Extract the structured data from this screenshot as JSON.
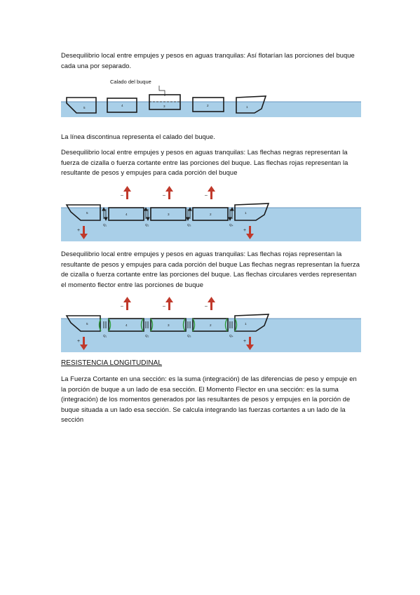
{
  "paragraphs": {
    "p1": "Desequilibrio local entre empujes y pesos en aguas tranquilas: Así flotarían las porciones del buque cada una por separado.",
    "p2": "La línea discontinua representa el calado del buque.",
    "p3": "Desequilibrio local entre empujes y pesos en aguas tranquilas: Las flechas negras representan la fuerza de cizalla o fuerza cortante entre las porciones del buque. Las flechas rojas representan la resultante de pesos y empujes para cada porción del buque",
    "p4": "Desequilibrio local entre empujes y pesos en aguas tranquilas: Las flechas rojas representan la resultante de pesos y empujes para cada porción del buque Las flechas negras representan la fuerza de cizalla o fuerza cortante entre las porciones del buque. Las flechas circulares verdes representan el momento flector entre las porciones de buque",
    "heading": "RESISTENCIA LONGITUDINAL",
    "p5": "La Fuerza Cortante en una sección: es la suma (integración) de las diferencias de peso y empuje en la porción de buque a un lado de esa sección. El Momento Flector en una sección: es la suma (integración) de los momentos generados por las resultantes de pesos y empujes en la porción de buque situada a un lado esa sección. Se calcula integrando las fuerzas cortantes a un lado de la sección"
  },
  "figures": {
    "fig1": {
      "caption": "Calado del buque",
      "segments": [
        "5",
        "4",
        "3",
        "2",
        "1"
      ]
    },
    "fig2": {
      "segments": [
        "5",
        "4",
        "3",
        "2",
        "1"
      ],
      "sections": [
        "Q₁",
        "Q₂",
        "Q₃",
        "Q₄"
      ],
      "minus_label": "–",
      "plus_label": "+"
    },
    "fig3": {
      "segments": [
        "5",
        "4",
        "3",
        "2",
        "1"
      ],
      "sections": [
        "Q₁",
        "Q₂",
        "Q₃",
        "Q₄"
      ],
      "minus_label": "–",
      "plus_label": "+"
    }
  },
  "colors": {
    "water": "#a9cfe8",
    "water_line": "#4a7fb0",
    "red_arrow": "#c0392b",
    "green_moment": "#2e9a3a",
    "hull": "#1a1a1a"
  }
}
